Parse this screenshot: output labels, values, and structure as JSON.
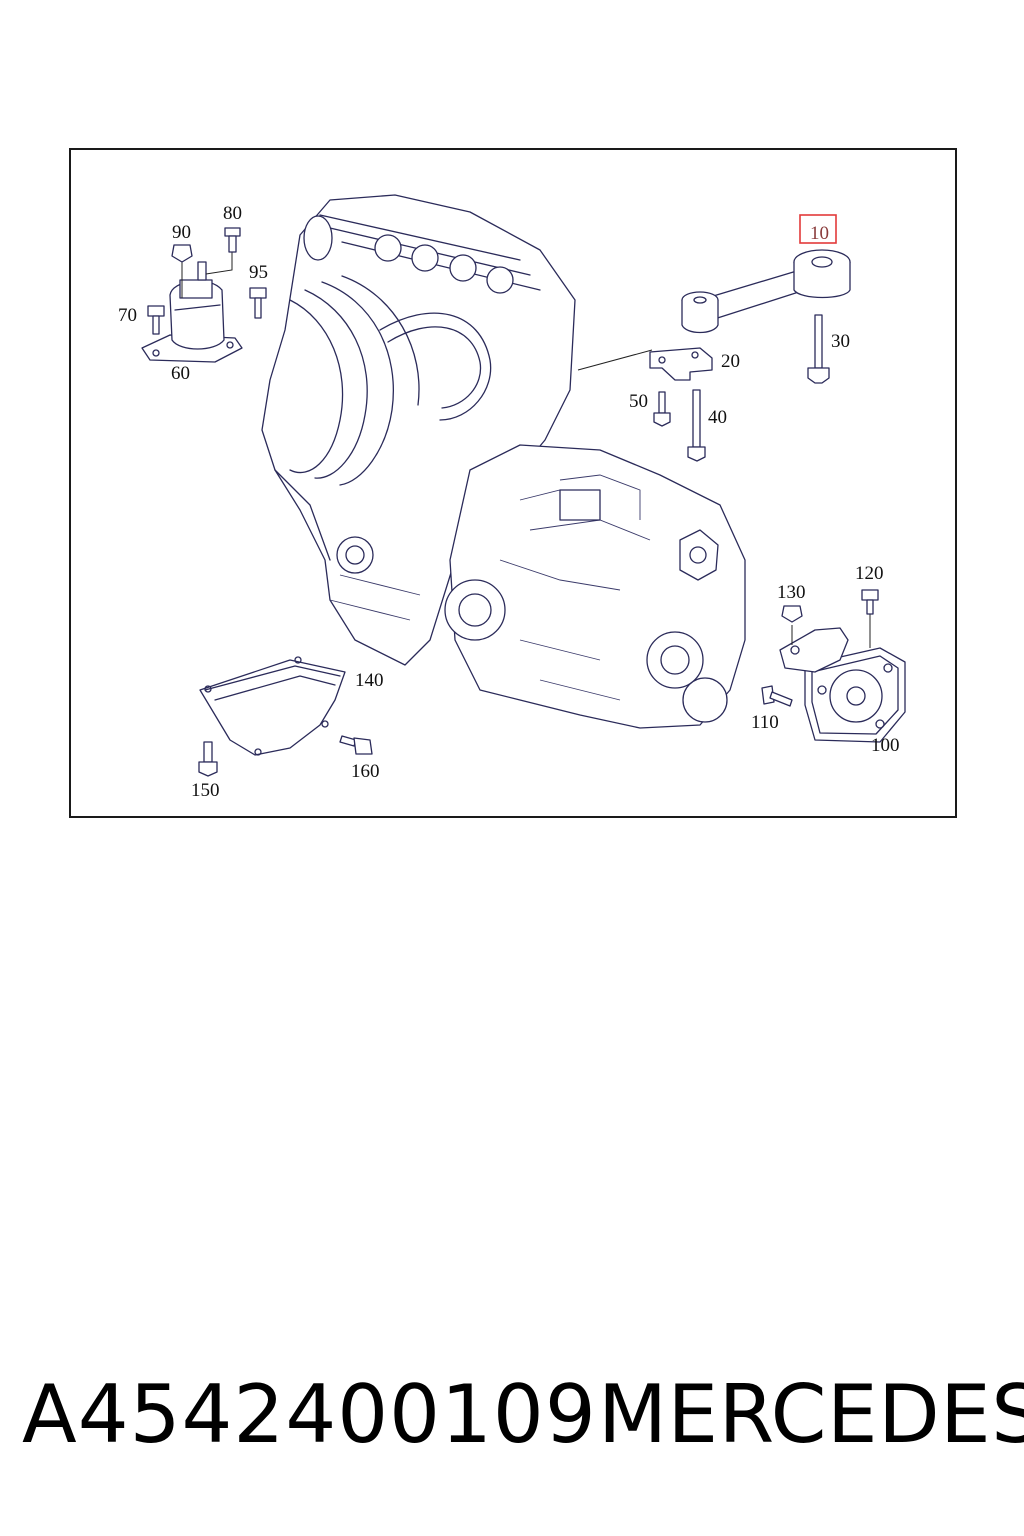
{
  "callouts": {
    "c10": "10",
    "c20": "20",
    "c30": "30",
    "c40": "40",
    "c50": "50",
    "c60": "60",
    "c70": "70",
    "c80": "80",
    "c90": "90",
    "c95": "95",
    "c100": "100",
    "c110": "110",
    "c120": "120",
    "c130": "130",
    "c140": "140",
    "c150": "150",
    "c160": "160"
  },
  "highlight": {
    "callout": "10",
    "color": "#e23a3a"
  },
  "footer": {
    "part_number": "A4542400109",
    "brand": "MERCEDES"
  }
}
